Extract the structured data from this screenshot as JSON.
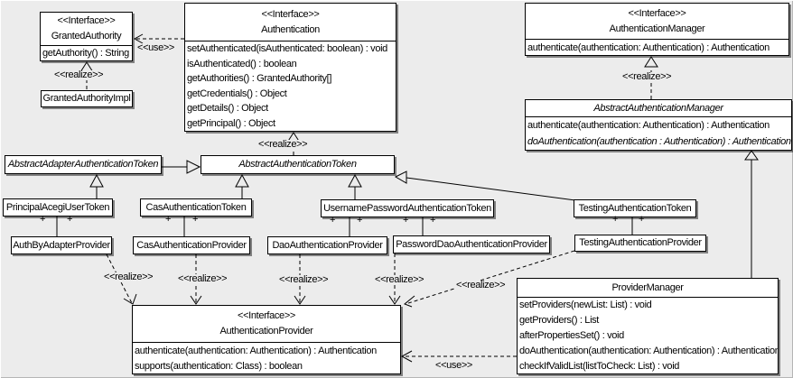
{
  "diagram": {
    "kind": "UML class diagram",
    "colors": {
      "background": "#ececec",
      "box_fill": "#ffffff",
      "line": "#000000"
    }
  },
  "labels": {
    "use": "<<use>>",
    "realize": "<<realize>>",
    "plus": "+"
  },
  "classes": {
    "granted_authority": {
      "stereotype": "<<Interface>>",
      "name": "GrantedAuthority",
      "methods": [
        "getAuthority() : String"
      ]
    },
    "granted_authority_impl": {
      "name": "GrantedAuthorityImpl"
    },
    "authentication": {
      "stereotype": "<<Interface>>",
      "name": "Authentication",
      "methods": [
        "setAuthenticated(isAuthenticated: boolean) : void",
        "isAuthenticated() : boolean",
        "getAuthorities() : GrantedAuthority[]",
        "getCredentials() : Object",
        "getDetails() : Object",
        "getPrincipal() : Object"
      ]
    },
    "authentication_manager": {
      "stereotype": "<<Interface>>",
      "name": "AuthenticationManager",
      "methods": [
        "authenticate(authentication: Authentication) : Authentication"
      ]
    },
    "abstract_authentication_manager": {
      "name": "AbstractAuthenticationManager",
      "methods": [
        "authenticate(authentication: Authentication) : Authentication",
        "doAuthentication(authentication : Authentication) : Authentication"
      ]
    },
    "abstract_adapter_authentication_token": {
      "name": "AbstractAdapterAuthenticationToken"
    },
    "abstract_authentication_token": {
      "name": "AbstractAuthenticationToken"
    },
    "principal_acegi_user_token": {
      "name": "PrincipalAcegiUserToken"
    },
    "cas_authentication_token": {
      "name": "CasAuthenticationToken"
    },
    "username_password_authentication_token": {
      "name": "UsernamePasswordAuthenticationToken"
    },
    "testing_authentication_token": {
      "name": "TestingAuthenticationToken"
    },
    "auth_by_adapter_provider": {
      "name": "AuthByAdapterProvider"
    },
    "cas_authentication_provider": {
      "name": "CasAuthenticationProvider"
    },
    "dao_authentication_provider": {
      "name": "DaoAuthenticationProvider"
    },
    "password_dao_authentication_provider": {
      "name": "PasswordDaoAuthenticationProvider"
    },
    "testing_authentication_provider": {
      "name": "TestingAuthenticationProvider"
    },
    "provider_manager": {
      "name": "ProviderManager",
      "methods": [
        "setProviders(newList: List) : void",
        "getProviders() : List",
        "afterPropertiesSet() : void",
        "doAuthentication(authentication: Authentication) : Authentication",
        "checkIfValidList(listToCheck: List) : void"
      ]
    },
    "authentication_provider": {
      "stereotype": "<<Interface>>",
      "name": "AuthenticationProvider",
      "methods": [
        "authenticate(authentication: Authentication) : Authentication",
        "supports(authentication: Class) : boolean"
      ]
    }
  }
}
